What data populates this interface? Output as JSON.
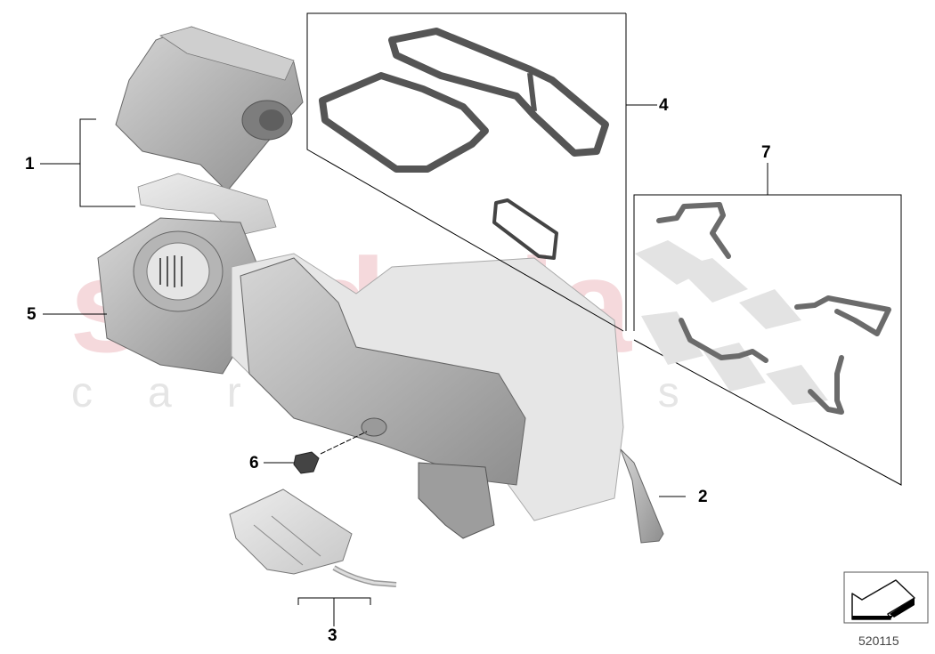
{
  "diagram": {
    "type": "exploded parts diagram",
    "subject": "heater / air conditioning housing assembly",
    "diagram_number": "520115",
    "watermark": {
      "main": "scuderia",
      "sub": "car parts",
      "color": "#e08a94"
    },
    "callouts": [
      {
        "number": "1",
        "part": "blower housing upper section with cover"
      },
      {
        "number": "2",
        "part": "side flap / filter element"
      },
      {
        "number": "3",
        "part": "lower cover plate with hose"
      },
      {
        "number": "4",
        "part": "gasket set (3 seals)"
      },
      {
        "number": "5",
        "part": "blower motor housing"
      },
      {
        "number": "6",
        "part": "drain plug / grommet"
      },
      {
        "number": "7",
        "part": "hose / pipe set (4 pipes)"
      }
    ],
    "orientation_icon": "arrow-pointing-down-left-icon"
  }
}
